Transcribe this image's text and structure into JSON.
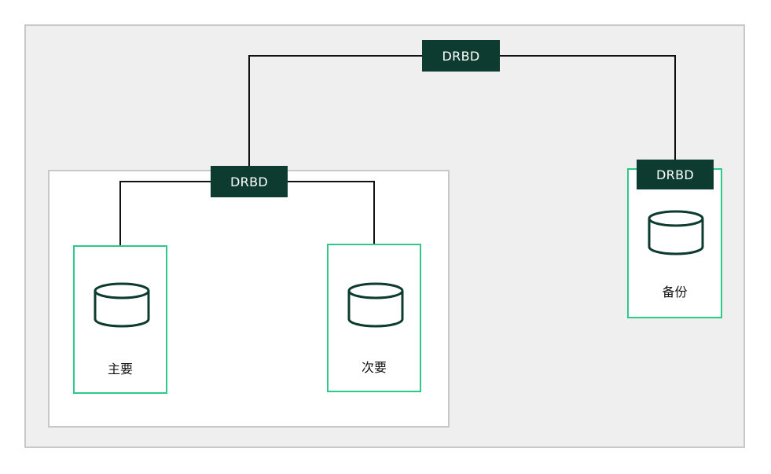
{
  "links": {
    "top_label": "DRBD",
    "inner_label": "DRBD",
    "backup_label": "DRBD"
  },
  "nodes": {
    "primary": {
      "label": "主要",
      "icon": "database-icon"
    },
    "secondary": {
      "label": "次要",
      "icon": "database-icon"
    },
    "backup": {
      "label": "备份",
      "icon": "database-icon"
    }
  },
  "colors": {
    "badge": "#0d3b30",
    "node_border": "#2dc98a",
    "outer_bg": "#efefef",
    "frame_border": "#c8c8c8"
  }
}
